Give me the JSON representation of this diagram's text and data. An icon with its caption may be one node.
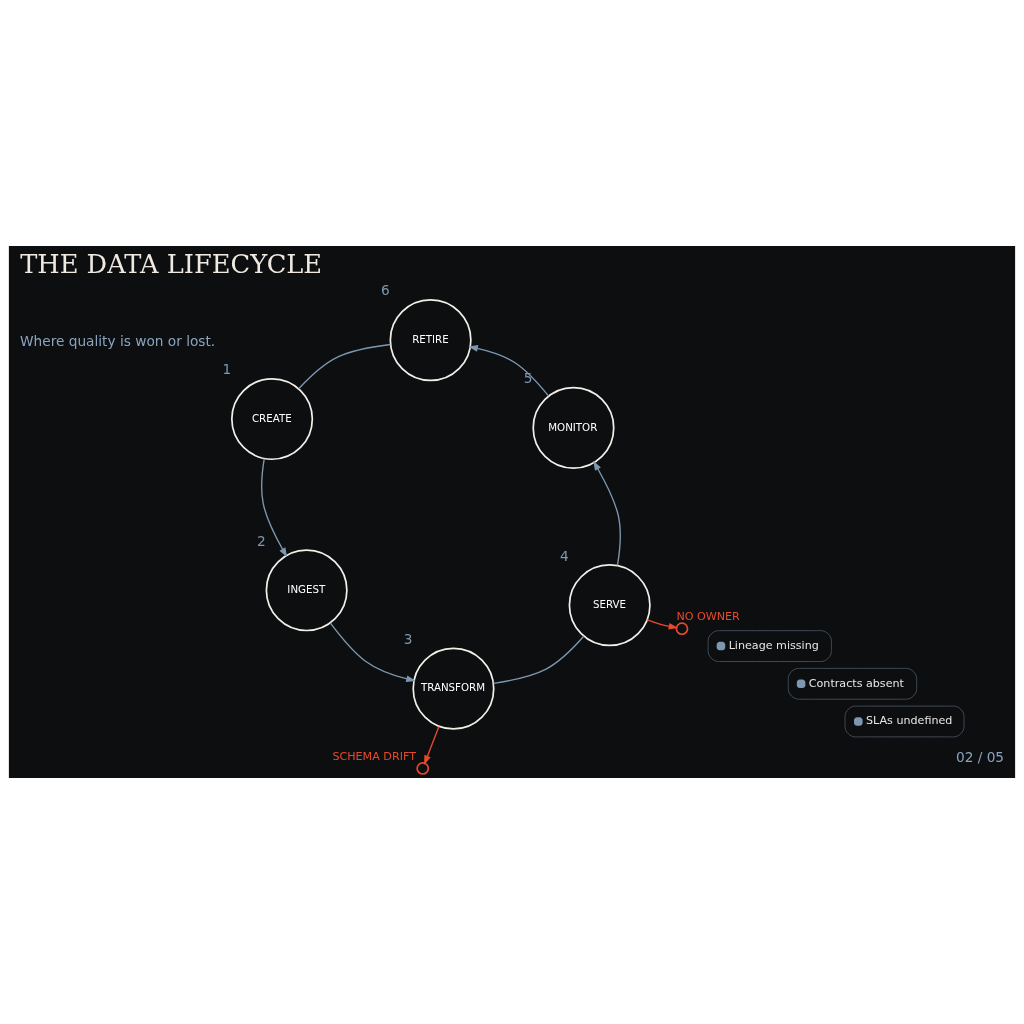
{
  "diagram": {
    "title": "THE DATA LIFECYCLE",
    "nodes": [
      {
        "text": [
          "CREATE"
        ],
        "beside": [
          "1"
        ]
      },
      {
        "text": [
          "INGEST"
        ],
        "beside": [
          "2"
        ]
      },
      {
        "text": [
          "TRANSFORM"
        ],
        "beside": [
          "3"
        ]
      },
      {
        "text": [
          "SERVE"
        ],
        "beside": [
          "4"
        ]
      },
      {
        "text": [
          "MONITOR"
        ],
        "beside": [
          "5"
        ]
      },
      {
        "text": [
          "RETIRE"
        ],
        "beside": [
          "6"
        ]
      },
      {
        "text": [],
        "shape": "circle",
        "beside": [
          "SCHEMA DRIFT"
        ]
      },
      {
        "text": [],
        "shape": "circle",
        "beside": [
          "NO OWNER"
        ]
      }
    ],
    "edges": [
      {
        "from": 0,
        "to": 1,
        "arrow": "to"
      },
      {
        "from": 1,
        "to": 2,
        "arrow": "to"
      },
      {
        "from": 2,
        "to": 3,
        "arrow": "none"
      },
      {
        "from": 3,
        "to": 4,
        "arrow": "to"
      },
      {
        "from": 4,
        "to": 5,
        "arrow": "to"
      },
      {
        "from": 5,
        "to": 0,
        "arrow": "none"
      },
      {
        "from": 2,
        "to": 6,
        "arrow": "to",
        "color": "#e8492c"
      },
      {
        "from": 3,
        "to": 7,
        "arrow": "to",
        "color": "#e8492c"
      }
    ],
    "labels": [
      "Where quality is won or lost.",
      "02 / 05"
    ],
    "legend": [
      {
        "text": "Lineage missing",
        "color": "#7d97b0"
      },
      {
        "text": "Contracts absent",
        "color": "#7d97b0"
      },
      {
        "text": "SLAs undefined",
        "color": "#7d97b0"
      }
    ]
  }
}
